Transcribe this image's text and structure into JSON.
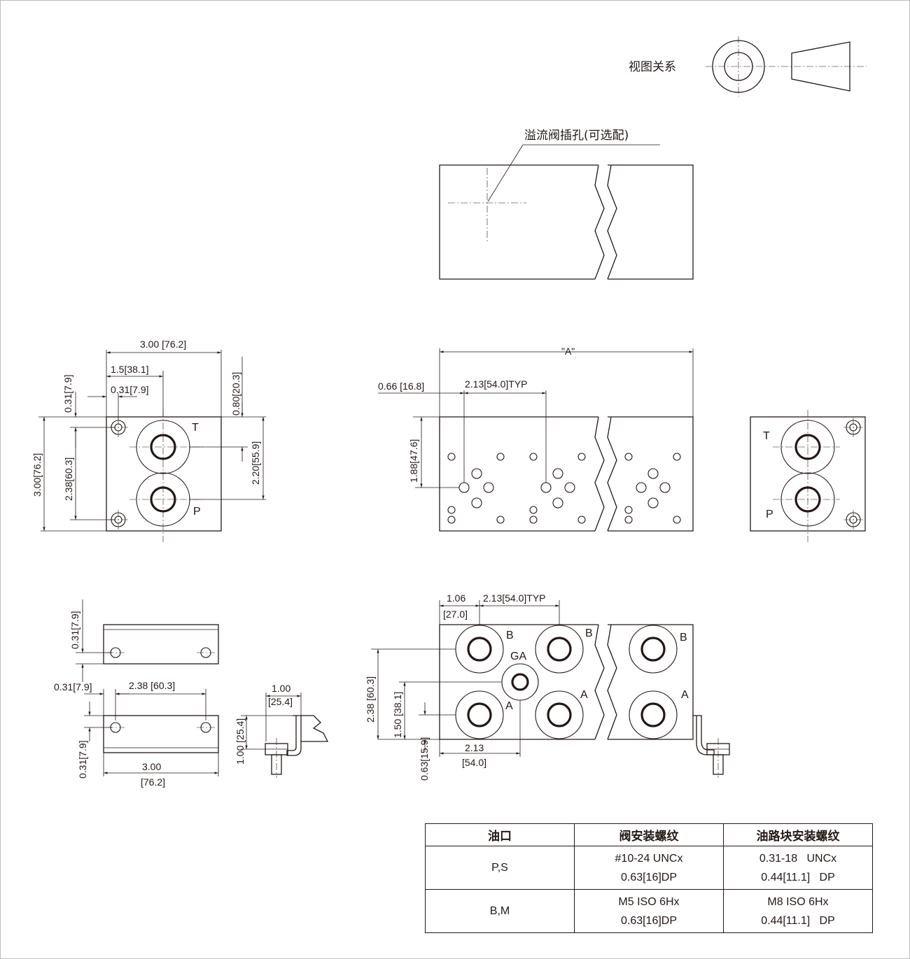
{
  "view_relation_label": "视图关系",
  "relief_valve_label": "溢流阀插孔(可选配)",
  "port_labels": {
    "t": "T",
    "p": "P",
    "b": "B",
    "a": "A",
    "ga": "GA",
    "a_quote": "\"A\""
  },
  "dims": {
    "end_width": "3.00 [76.2]",
    "end_center": "1.5[38.1]",
    "end_hole_offset": "0.31[7.9]",
    "end_top_offset": "0.31[7.9]",
    "end_right_top": "0.80[20.3]",
    "end_right_span": "2.20[55.9]",
    "end_height": "3.00[76.2]",
    "end_hole_span": "2.38[60.3]",
    "top_first": "0.66 [16.8]",
    "top_pitch": "2.13[54.0]TYP",
    "top_depth": "1.88[47.6]",
    "bottom_first_a": "1.06",
    "bottom_first_b": "[27.0]",
    "bottom_pitch": "2.13[54.0]TYP",
    "bottom_height": "2.38 [60.3]",
    "bottom_mid": "1.50 [38.1]",
    "bottom_low": "0.63[15.9]",
    "bottom_ga_a": "2.13",
    "bottom_ga_b": "[54.0]",
    "bracket_top": "0.31[7.9]",
    "bracket_left": "0.31[7.9]",
    "bracket_span": "2.38 [60.3]",
    "bracket_side": "0.31[7.9]",
    "bracket_width_a": "3.00",
    "bracket_width_b": "[76.2]",
    "bracket_prof_a": "1.00",
    "bracket_prof_b": "[25.4]",
    "bracket_prof_h": "1.00 [25.4]"
  },
  "thread_table": {
    "headers": [
      "油口",
      "阀安装螺纹",
      "油路块安装螺纹"
    ],
    "rows": [
      {
        "port": "P,S",
        "valve_1": "#10-24 UNCx",
        "valve_2": "0.63[16]DP",
        "block_1": "0.31-18   UNCx",
        "block_2": "0.44[11.1]   DP"
      },
      {
        "port": "B,M",
        "valve_1": "M5 ISO 6Hx",
        "valve_2": "0.63[16]DP",
        "block_1": "M8 ISO 6Hx",
        "block_2": "0.44[11.1]   DP"
      }
    ]
  }
}
